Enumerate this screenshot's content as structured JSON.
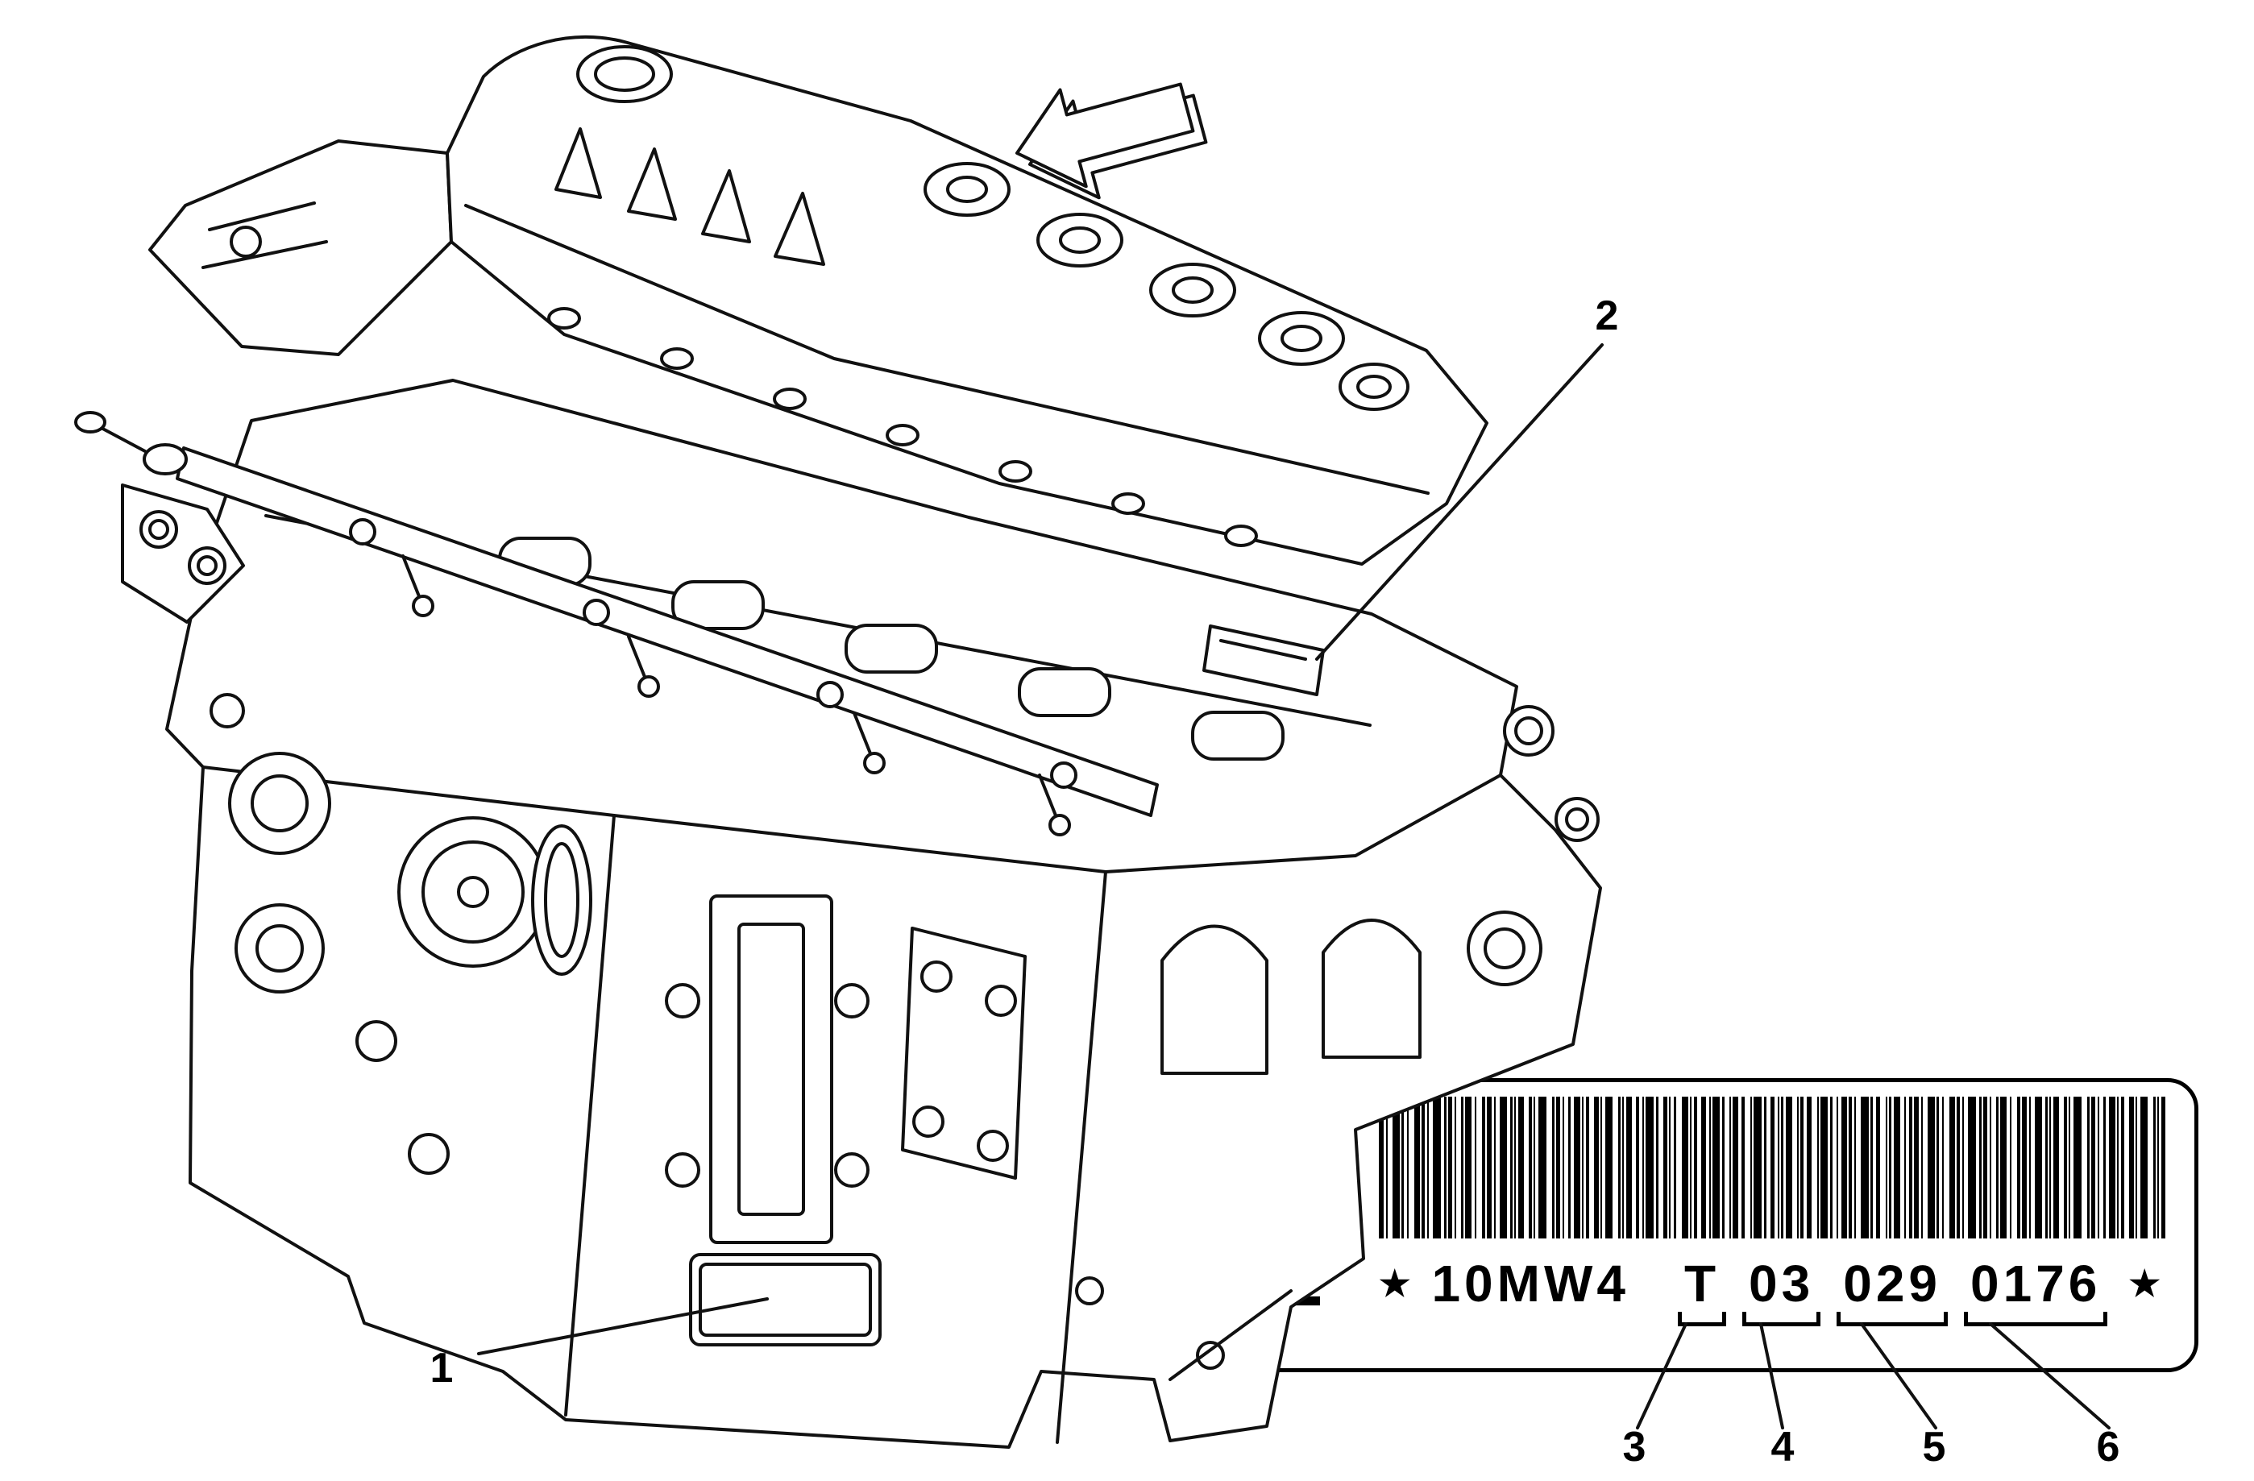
{
  "figure": {
    "callouts": {
      "c1": "1",
      "c2": "2",
      "c3": "3",
      "c4": "4",
      "c5": "5",
      "c6": "6"
    },
    "label": {
      "side_text": "MW4",
      "star": "★",
      "prefix": "10MW4",
      "segments": [
        "T",
        "03",
        "029",
        "0176"
      ]
    },
    "colors": {
      "line": "#111111",
      "background": "#ffffff"
    }
  }
}
